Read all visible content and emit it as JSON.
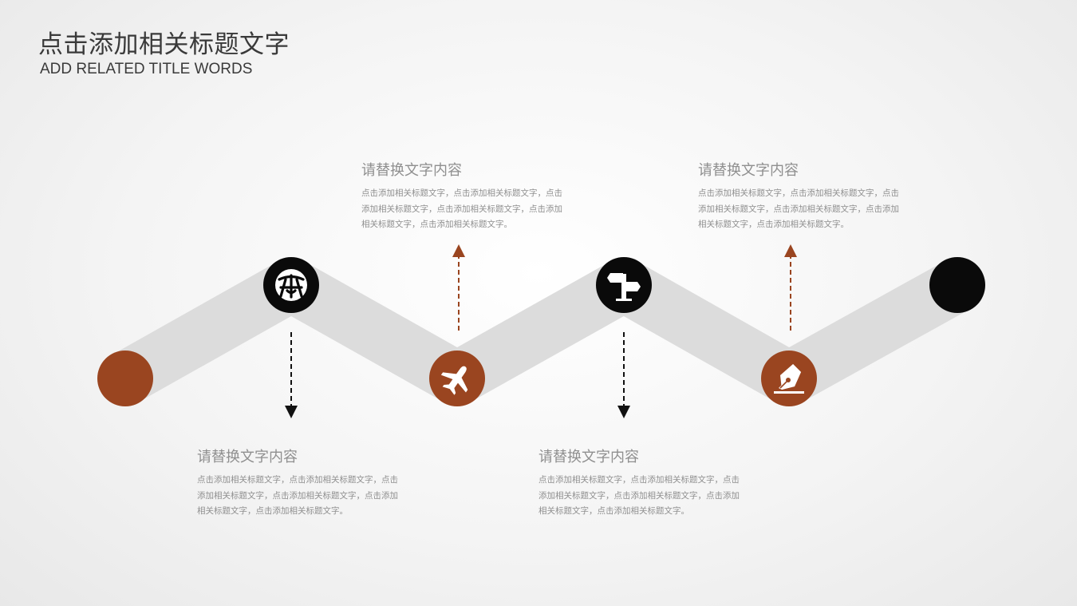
{
  "header": {
    "title": "点击添加相关标题文字",
    "subtitle": "ADD RELATED TITLE WORDS"
  },
  "colors": {
    "accent": "#9a4520",
    "dark": "#0a0a0a",
    "band": "#dcdcdc",
    "text": "#8f8f8f",
    "heading": "#3a3a3a"
  },
  "nodes": [
    {
      "color": "accent",
      "icon": ""
    },
    {
      "color": "dark",
      "icon": "bug-icon"
    },
    {
      "color": "accent",
      "icon": "airplane-icon"
    },
    {
      "color": "dark",
      "icon": "signpost-icon"
    },
    {
      "color": "accent",
      "icon": "pen-nib-icon"
    },
    {
      "color": "dark",
      "icon": ""
    }
  ],
  "blocks": [
    {
      "heading": "请替换文字内容",
      "body": "点击添加相关标题文字，点击添加相关标题文字，点击添加相关标题文字，点击添加相关标题文字，点击添加相关标题文字，点击添加相关标题文字。"
    },
    {
      "heading": "请替换文字内容",
      "body": "点击添加相关标题文字，点击添加相关标题文字，点击添加相关标题文字，点击添加相关标题文字，点击添加相关标题文字，点击添加相关标题文字。"
    },
    {
      "heading": "请替换文字内容",
      "body": "点击添加相关标题文字，点击添加相关标题文字，点击添加相关标题文字，点击添加相关标题文字，点击添加相关标题文字，点击添加相关标题文字。"
    },
    {
      "heading": "请替换文字内容",
      "body": "点击添加相关标题文字，点击添加相关标题文字，点击添加相关标题文字，点击添加相关标题文字，点击添加相关标题文字，点击添加相关标题文字。"
    }
  ]
}
